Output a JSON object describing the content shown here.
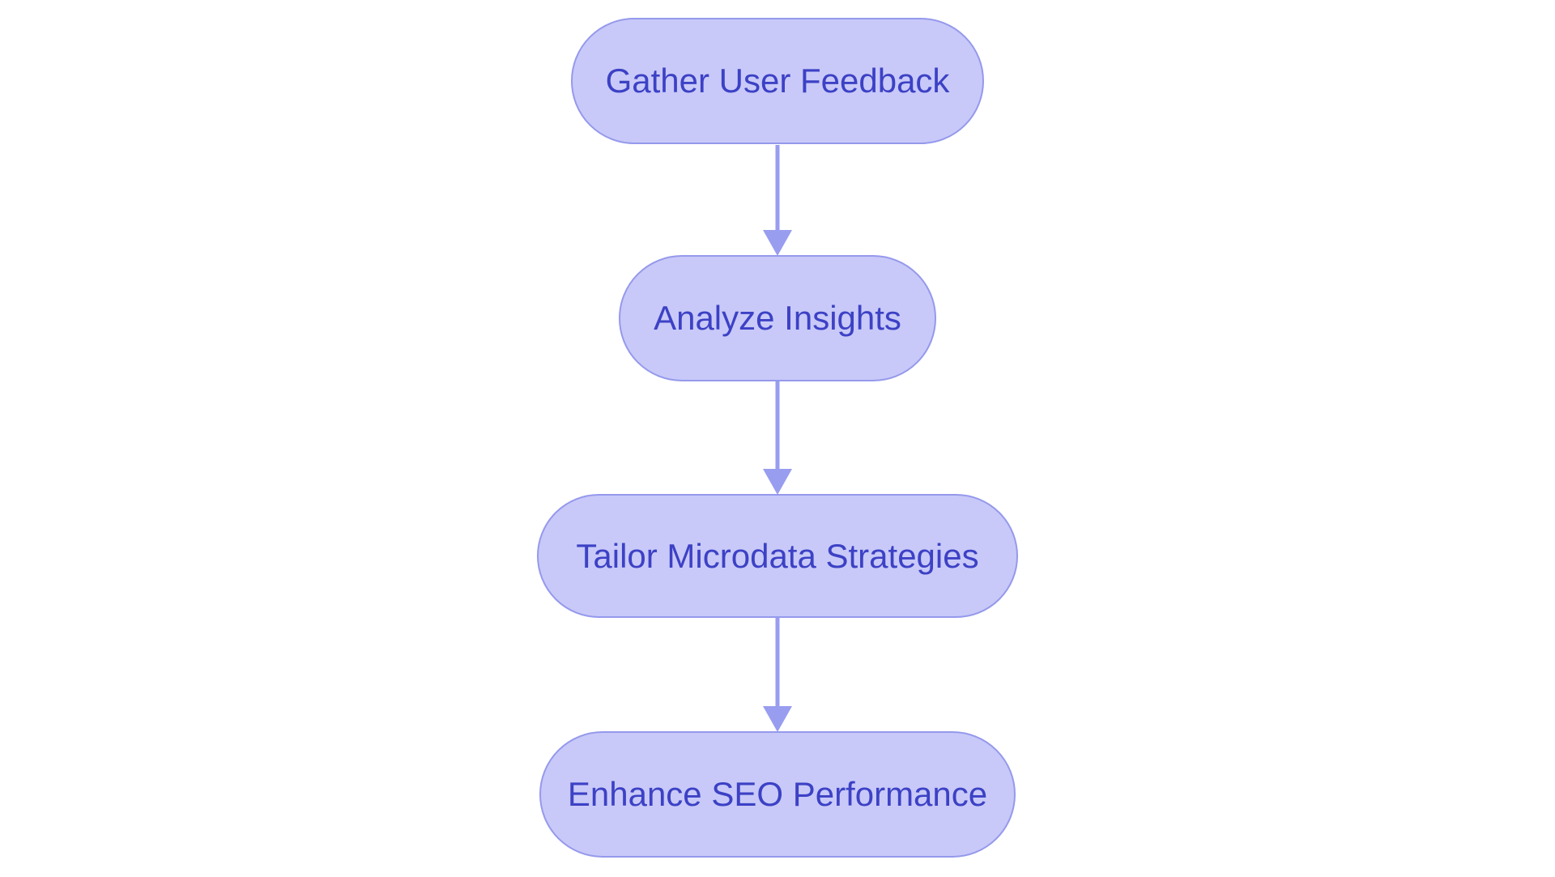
{
  "diagram": {
    "type": "flowchart",
    "direction": "top-down",
    "nodes": [
      {
        "label": "Gather User Feedback"
      },
      {
        "label": "Analyze Insights"
      },
      {
        "label": "Tailor Microdata Strategies"
      },
      {
        "label": "Enhance SEO Performance"
      }
    ],
    "edges": [
      {
        "from": "Gather User Feedback",
        "to": "Analyze Insights"
      },
      {
        "from": "Analyze Insights",
        "to": "Tailor Microdata Strategies"
      },
      {
        "from": "Tailor Microdata Strategies",
        "to": "Enhance SEO Performance"
      }
    ],
    "colors": {
      "node_fill": "#C8C9F8",
      "node_border": "#9599EC",
      "node_text": "#3C41C5",
      "arrow": "#989DF0",
      "background": "#FFFFFF"
    }
  }
}
